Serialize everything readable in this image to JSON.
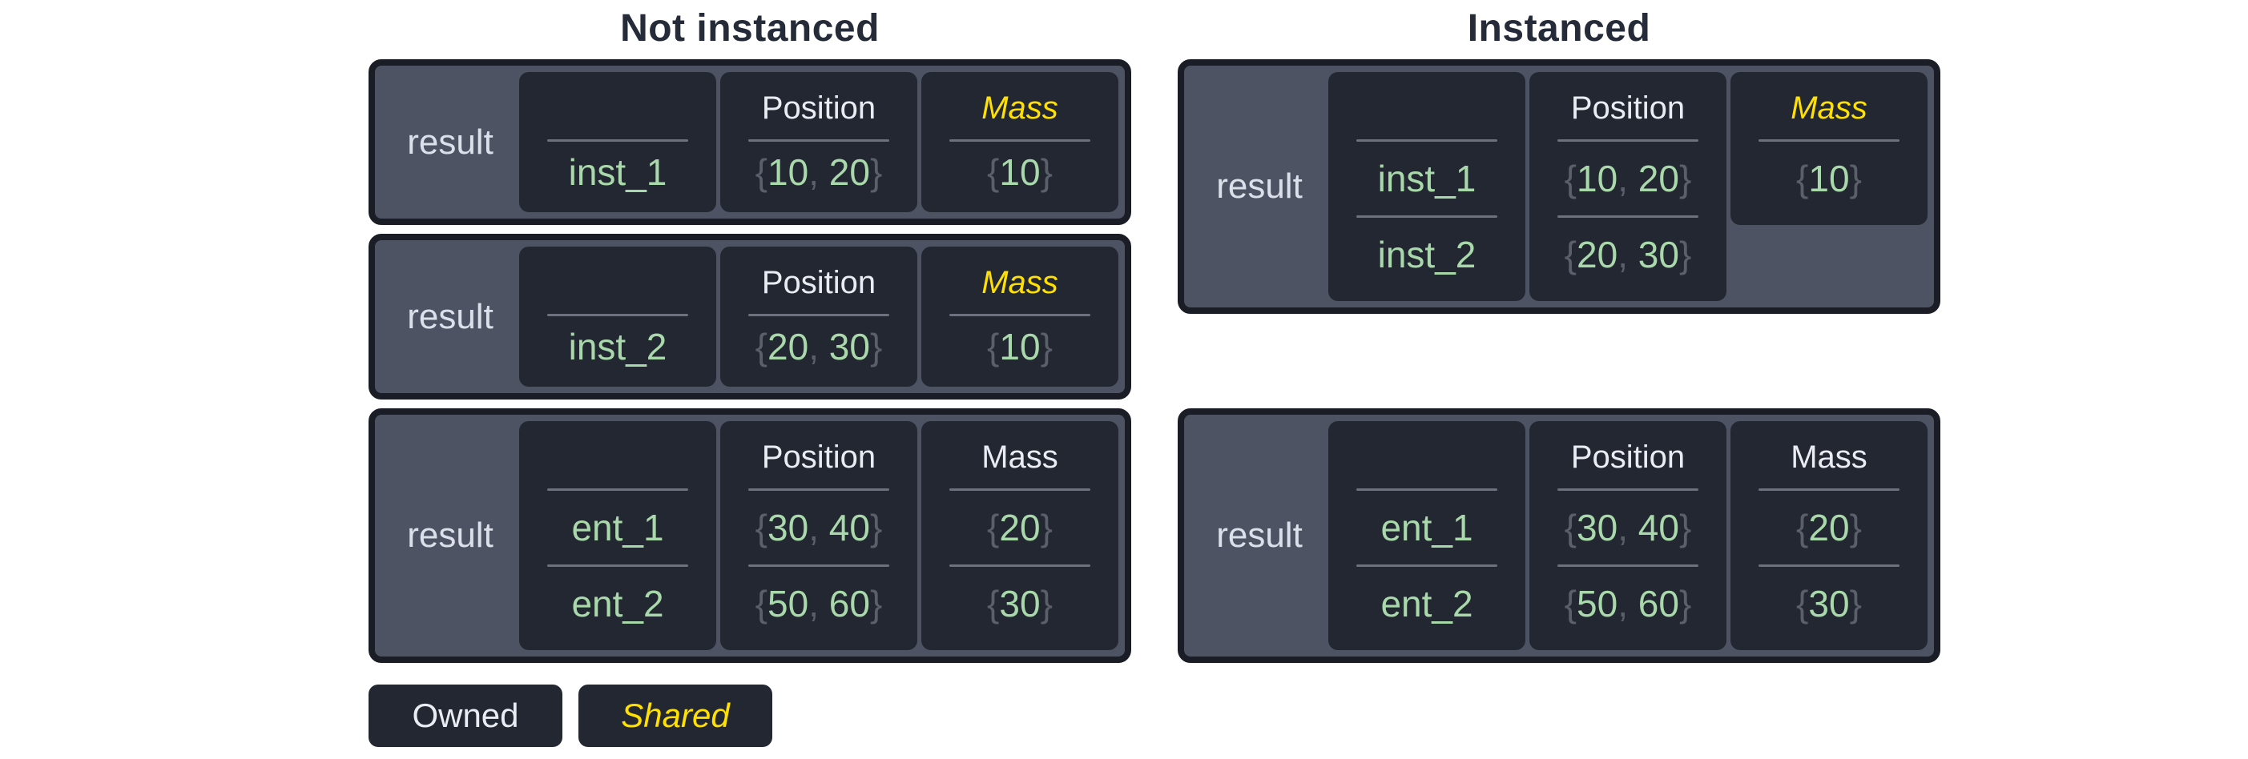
{
  "titles": {
    "left": "Not instanced",
    "right": "Instanced"
  },
  "legend": {
    "owned": "Owned",
    "shared": "Shared"
  },
  "colors": {
    "page_bg": "#ffffff",
    "title_text": "#252b38",
    "box_fill": "#4d5363",
    "box_border": "#1a1d25",
    "cell_bg": "#232731",
    "divider": "#6c717d",
    "label_text": "#dce0ea",
    "header_text": "#e9ecf3",
    "shared_text": "#ffe000",
    "value_text": "#a9d8ab",
    "punct_text": "#5a5f6b",
    "chip_bg": "#232731"
  },
  "tables": {
    "left": [
      {
        "label": "result",
        "columns": [
          {
            "header": "",
            "style": "blank",
            "rows": [
              [
                {
                  "t": "inst_1",
                  "k": "num"
                }
              ]
            ]
          },
          {
            "header": "Position",
            "style": "owned",
            "rows": [
              [
                {
                  "t": "{",
                  "k": "punct"
                },
                {
                  "t": "10",
                  "k": "num"
                },
                {
                  "t": ", ",
                  "k": "punct"
                },
                {
                  "t": "20",
                  "k": "num"
                },
                {
                  "t": "}",
                  "k": "punct"
                }
              ]
            ]
          },
          {
            "header": "Mass",
            "style": "shared",
            "rows": [
              [
                {
                  "t": "{",
                  "k": "punct"
                },
                {
                  "t": "10",
                  "k": "num"
                },
                {
                  "t": "}",
                  "k": "punct"
                }
              ]
            ]
          }
        ]
      },
      {
        "label": "result",
        "columns": [
          {
            "header": "",
            "style": "blank",
            "rows": [
              [
                {
                  "t": "inst_2",
                  "k": "num"
                }
              ]
            ]
          },
          {
            "header": "Position",
            "style": "owned",
            "rows": [
              [
                {
                  "t": "{",
                  "k": "punct"
                },
                {
                  "t": "20",
                  "k": "num"
                },
                {
                  "t": ", ",
                  "k": "punct"
                },
                {
                  "t": "30",
                  "k": "num"
                },
                {
                  "t": "}",
                  "k": "punct"
                }
              ]
            ]
          },
          {
            "header": "Mass",
            "style": "shared",
            "rows": [
              [
                {
                  "t": "{",
                  "k": "punct"
                },
                {
                  "t": "10",
                  "k": "num"
                },
                {
                  "t": "}",
                  "k": "punct"
                }
              ]
            ]
          }
        ]
      },
      {
        "label": "result",
        "columns": [
          {
            "header": "",
            "style": "blank",
            "rows": [
              [
                {
                  "t": "ent_1",
                  "k": "num"
                }
              ],
              [
                {
                  "t": "ent_2",
                  "k": "num"
                }
              ]
            ]
          },
          {
            "header": "Position",
            "style": "owned",
            "rows": [
              [
                {
                  "t": "{",
                  "k": "punct"
                },
                {
                  "t": "30",
                  "k": "num"
                },
                {
                  "t": ", ",
                  "k": "punct"
                },
                {
                  "t": "40",
                  "k": "num"
                },
                {
                  "t": "}",
                  "k": "punct"
                }
              ],
              [
                {
                  "t": "{",
                  "k": "punct"
                },
                {
                  "t": "50",
                  "k": "num"
                },
                {
                  "t": ", ",
                  "k": "punct"
                },
                {
                  "t": "60",
                  "k": "num"
                },
                {
                  "t": "}",
                  "k": "punct"
                }
              ]
            ]
          },
          {
            "header": "Mass",
            "style": "owned",
            "rows": [
              [
                {
                  "t": "{",
                  "k": "punct"
                },
                {
                  "t": "20",
                  "k": "num"
                },
                {
                  "t": "}",
                  "k": "punct"
                }
              ],
              [
                {
                  "t": "{",
                  "k": "punct"
                },
                {
                  "t": "30",
                  "k": "num"
                },
                {
                  "t": "}",
                  "k": "punct"
                }
              ]
            ]
          }
        ]
      }
    ],
    "right": [
      {
        "label": "result",
        "columns": [
          {
            "header": "",
            "style": "blank",
            "rows": [
              [
                {
                  "t": "inst_1",
                  "k": "num"
                }
              ],
              [
                {
                  "t": "inst_2",
                  "k": "num"
                }
              ]
            ]
          },
          {
            "header": "Position",
            "style": "owned",
            "rows": [
              [
                {
                  "t": "{",
                  "k": "punct"
                },
                {
                  "t": "10",
                  "k": "num"
                },
                {
                  "t": ", ",
                  "k": "punct"
                },
                {
                  "t": "20",
                  "k": "num"
                },
                {
                  "t": "}",
                  "k": "punct"
                }
              ],
              [
                {
                  "t": "{",
                  "k": "punct"
                },
                {
                  "t": "20",
                  "k": "num"
                },
                {
                  "t": ", ",
                  "k": "punct"
                },
                {
                  "t": "30",
                  "k": "num"
                },
                {
                  "t": "}",
                  "k": "punct"
                }
              ]
            ]
          },
          {
            "header": "Mass",
            "style": "shared",
            "short": true,
            "rows": [
              [
                {
                  "t": "{",
                  "k": "punct"
                },
                {
                  "t": "10",
                  "k": "num"
                },
                {
                  "t": "}",
                  "k": "punct"
                }
              ]
            ]
          }
        ]
      },
      {
        "label": "result",
        "columns": [
          {
            "header": "",
            "style": "blank",
            "rows": [
              [
                {
                  "t": "ent_1",
                  "k": "num"
                }
              ],
              [
                {
                  "t": "ent_2",
                  "k": "num"
                }
              ]
            ]
          },
          {
            "header": "Position",
            "style": "owned",
            "rows": [
              [
                {
                  "t": "{",
                  "k": "punct"
                },
                {
                  "t": "30",
                  "k": "num"
                },
                {
                  "t": ", ",
                  "k": "punct"
                },
                {
                  "t": "40",
                  "k": "num"
                },
                {
                  "t": "}",
                  "k": "punct"
                }
              ],
              [
                {
                  "t": "{",
                  "k": "punct"
                },
                {
                  "t": "50",
                  "k": "num"
                },
                {
                  "t": ", ",
                  "k": "punct"
                },
                {
                  "t": "60",
                  "k": "num"
                },
                {
                  "t": "}",
                  "k": "punct"
                }
              ]
            ]
          },
          {
            "header": "Mass",
            "style": "owned",
            "rows": [
              [
                {
                  "t": "{",
                  "k": "punct"
                },
                {
                  "t": "20",
                  "k": "num"
                },
                {
                  "t": "}",
                  "k": "punct"
                }
              ],
              [
                {
                  "t": "{",
                  "k": "punct"
                },
                {
                  "t": "30",
                  "k": "num"
                },
                {
                  "t": "}",
                  "k": "punct"
                }
              ]
            ]
          }
        ]
      }
    ]
  }
}
